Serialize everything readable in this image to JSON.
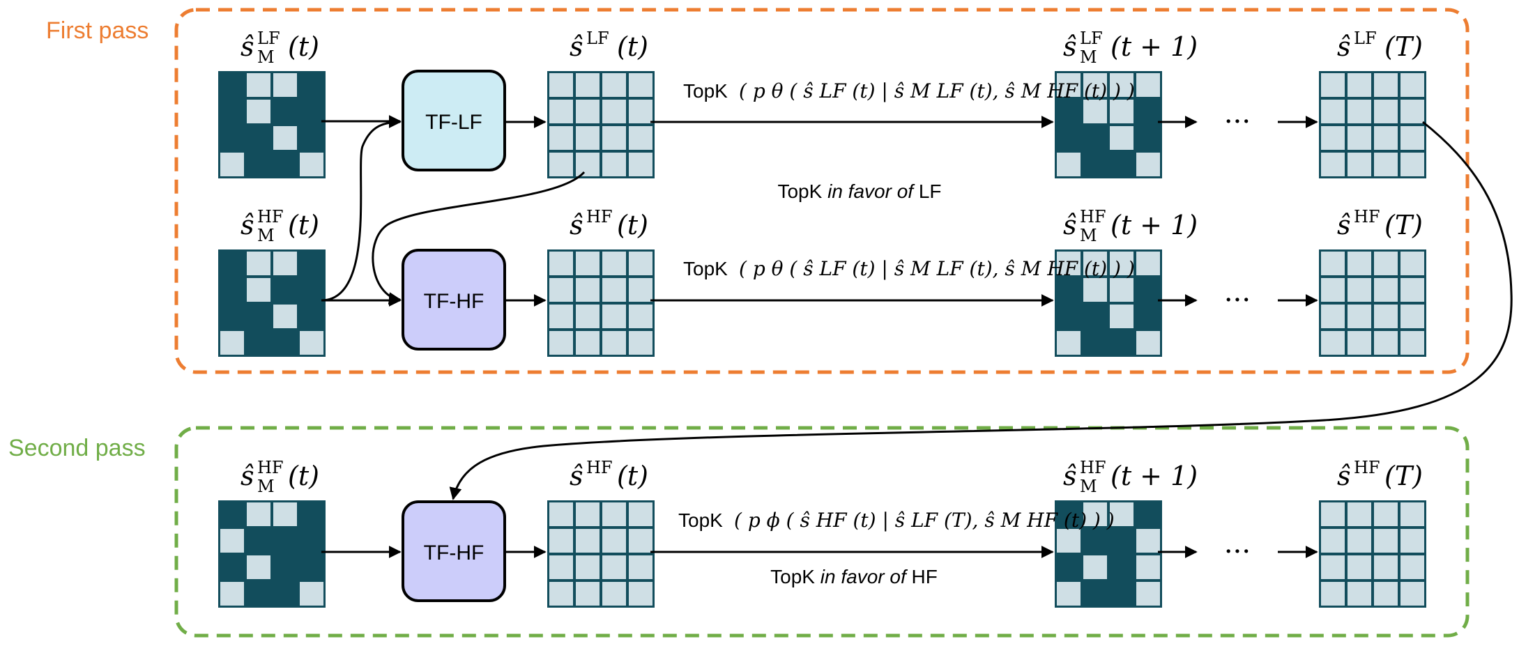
{
  "colors": {
    "first_pass": "#ed7d31",
    "second_pass": "#70ad47",
    "grid_dark": "#124d5c",
    "grid_light": "#cfdfe5",
    "tf_lf": "#cdecf4",
    "tf_hf": "#cccdfa"
  },
  "first_pass": {
    "label": "First pass",
    "lf": {
      "mask_label": {
        "base": "ŝ",
        "sup": "LF",
        "sub": "M",
        "arg": "(t)"
      },
      "model_label": "TF-LF",
      "state_label": {
        "base": "ŝ",
        "sup": "LF",
        "arg": "(t)"
      },
      "topk_prefix": "TopK",
      "topk_formula": "( p θ ( ŝ LF (t) | ŝ M LF (t), ŝ M HF (t) ) )",
      "next_label": {
        "base": "ŝ",
        "sup": "LF",
        "sub": "M",
        "arg": "(t + 1)"
      },
      "final_label": {
        "base": "ŝ",
        "sup": "LF",
        "arg": "(T)"
      },
      "ellipsis": "···"
    },
    "favor_note": {
      "prefix": "TopK ",
      "italic": "in favor of",
      "suffix": " LF"
    },
    "hf": {
      "mask_label": {
        "base": "ŝ",
        "sup": "HF",
        "sub": "M",
        "arg": "(t)"
      },
      "model_label": "TF-HF",
      "state_label": {
        "base": "ŝ",
        "sup": "HF",
        "arg": "(t)"
      },
      "topk_prefix": "TopK",
      "topk_formula": "( p θ ( ŝ LF (t) | ŝ M LF (t), ŝ M HF (t) ) )",
      "next_label": {
        "base": "ŝ",
        "sup": "HF",
        "sub": "M",
        "arg": "(t + 1)"
      },
      "final_label": {
        "base": "ŝ",
        "sup": "HF",
        "arg": "(T)"
      },
      "ellipsis": "···"
    }
  },
  "second_pass": {
    "label": "Second pass",
    "mask_label": {
      "base": "ŝ",
      "sup": "HF",
      "sub": "M",
      "arg": "(t)"
    },
    "model_label": "TF-HF",
    "state_label": {
      "base": "ŝ",
      "sup": "HF",
      "arg": "(t)"
    },
    "topk_prefix": "TopK",
    "topk_formula": "( p ϕ ( ŝ HF (t) | ŝ LF (T), ŝ M HF (t) ) )",
    "favor_note": {
      "prefix": "TopK ",
      "italic": "in favor of",
      "suffix": " HF"
    },
    "next_label": {
      "base": "ŝ",
      "sup": "HF",
      "sub": "M",
      "arg": "(t + 1)"
    },
    "final_label": {
      "base": "ŝ",
      "sup": "HF",
      "arg": "(T)"
    },
    "ellipsis": "···"
  },
  "grids": {
    "lf_mask": [
      [
        1,
        0,
        0,
        1
      ],
      [
        1,
        0,
        1,
        1
      ],
      [
        1,
        1,
        0,
        1
      ],
      [
        0,
        1,
        1,
        0
      ]
    ],
    "hf_mask": [
      [
        1,
        0,
        0,
        1
      ],
      [
        1,
        0,
        1,
        1
      ],
      [
        1,
        1,
        0,
        1
      ],
      [
        0,
        1,
        1,
        0
      ]
    ],
    "lf_next": [
      [
        0,
        0,
        0,
        0
      ],
      [
        1,
        0,
        0,
        1
      ],
      [
        1,
        1,
        0,
        1
      ],
      [
        0,
        1,
        1,
        0
      ]
    ],
    "hf_next": [
      [
        0,
        0,
        0,
        0
      ],
      [
        1,
        0,
        0,
        1
      ],
      [
        1,
        1,
        0,
        1
      ],
      [
        0,
        1,
        1,
        0
      ]
    ],
    "sp_mask": [
      [
        1,
        0,
        0,
        1
      ],
      [
        0,
        1,
        1,
        1
      ],
      [
        1,
        0,
        1,
        1
      ],
      [
        0,
        1,
        1,
        0
      ]
    ],
    "sp_next": [
      [
        1,
        0,
        0,
        1
      ],
      [
        0,
        1,
        1,
        0
      ],
      [
        1,
        0,
        1,
        0
      ],
      [
        0,
        1,
        1,
        0
      ]
    ],
    "all_light": [
      [
        0,
        0,
        0,
        0
      ],
      [
        0,
        0,
        0,
        0
      ],
      [
        0,
        0,
        0,
        0
      ],
      [
        0,
        0,
        0,
        0
      ]
    ]
  }
}
